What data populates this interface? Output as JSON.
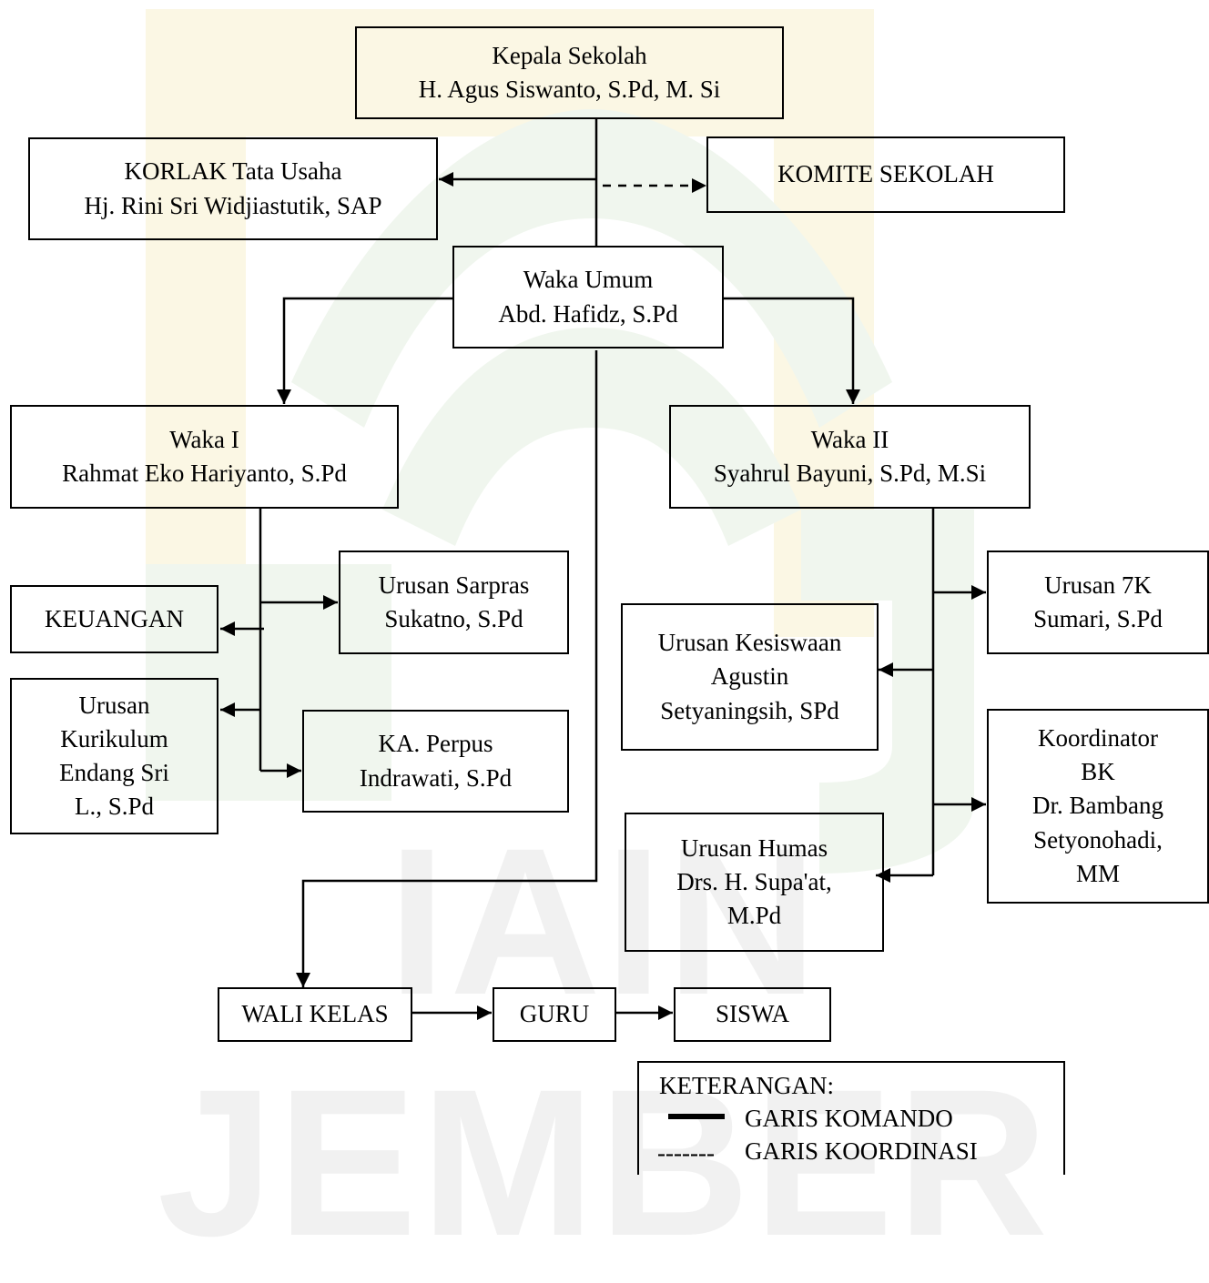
{
  "watermark": {
    "text": "IAIN JEMBER",
    "color_green": "#f0f6ee",
    "color_yellow": "#fbf7e4",
    "color_gray": "#f1f1f1"
  },
  "boxes": {
    "kepala": {
      "lines": [
        "Kepala Sekolah",
        "H. Agus Siswanto, S.Pd, M. Si"
      ]
    },
    "korlak": {
      "lines": [
        "KORLAK Tata Usaha",
        "Hj. Rini Sri Widjiastutik, SAP"
      ]
    },
    "komite": {
      "lines": [
        "KOMITE SEKOLAH"
      ]
    },
    "waka_umum": {
      "lines": [
        "Waka Umum",
        "Abd. Hafidz, S.Pd"
      ]
    },
    "waka1": {
      "lines": [
        "Waka I",
        "Rahmat Eko Hariyanto, S.Pd"
      ]
    },
    "waka2": {
      "lines": [
        "Waka II",
        "Syahrul Bayuni, S.Pd, M.Si"
      ]
    },
    "keuangan": {
      "lines": [
        "KEUANGAN"
      ]
    },
    "sarpras": {
      "lines": [
        "Urusan Sarpras",
        "Sukatno, S.Pd"
      ]
    },
    "kurikulum": {
      "lines": [
        "Urusan",
        "Kurikulum",
        "Endang Sri",
        "L., S.Pd"
      ]
    },
    "perpus": {
      "lines": [
        "KA. Perpus",
        "Indrawati, S.Pd"
      ]
    },
    "urusan7k": {
      "lines": [
        "Urusan 7K",
        "Sumari, S.Pd"
      ]
    },
    "kesiswaan": {
      "lines": [
        "Urusan Kesiswaan",
        "Agustin",
        "Setyaningsih, SPd"
      ]
    },
    "bk": {
      "lines": [
        "Koordinator",
        "BK",
        "Dr. Bambang",
        "Setyonohadi,",
        "MM"
      ]
    },
    "humas": {
      "lines": [
        "Urusan Humas",
        "Drs. H. Supa'at,",
        "M.Pd"
      ]
    },
    "wali": {
      "lines": [
        "WALI KELAS"
      ]
    },
    "guru": {
      "lines": [
        "GURU"
      ]
    },
    "siswa": {
      "lines": [
        "SISWA"
      ]
    }
  },
  "legend": {
    "title": "KETERANGAN:",
    "solid_label": "GARIS KOMANDO",
    "dashed_symbol": "-------",
    "dashed_label": "GARIS KOORDINASI"
  }
}
